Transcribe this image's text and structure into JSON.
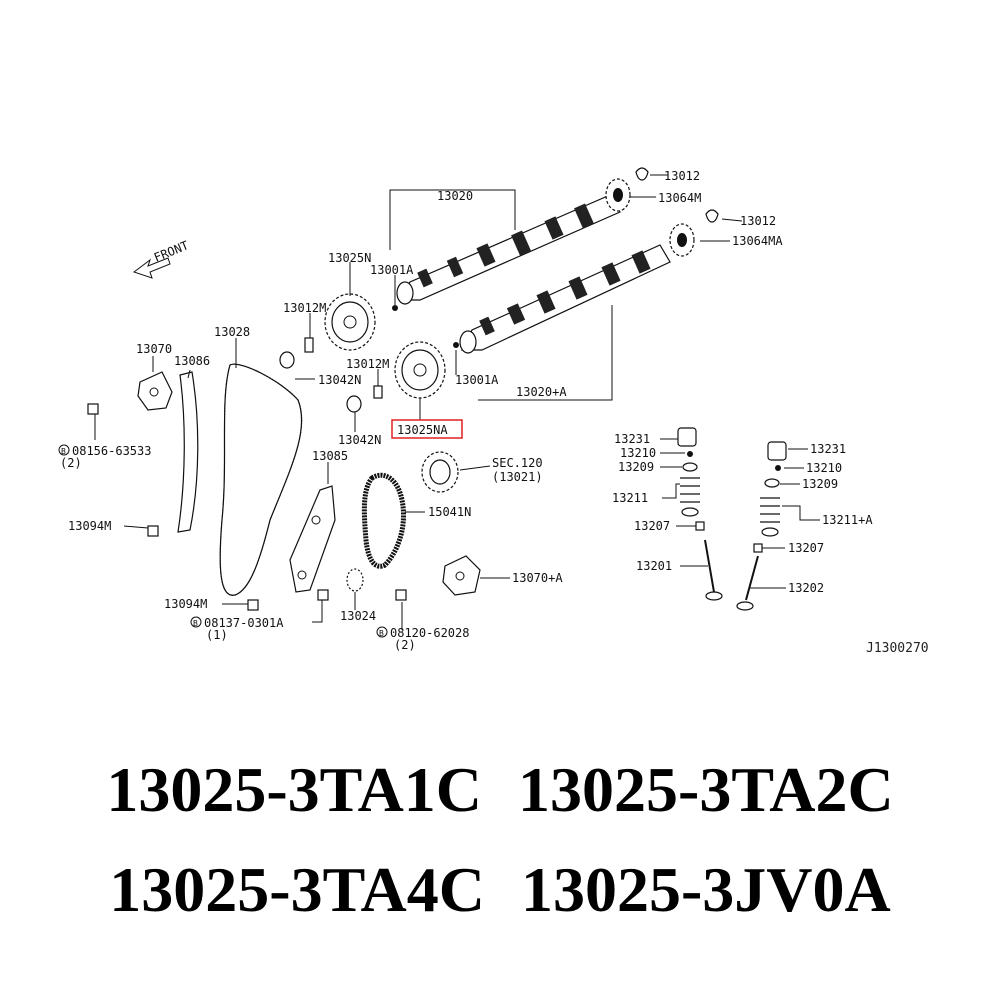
{
  "diagram": {
    "front": "FRONT",
    "code": "J1300270",
    "labels": {
      "p13020": "13020",
      "p13012_a": "13012",
      "p13064M": "13064M",
      "p13012_b": "13012",
      "p13064MA": "13064MA",
      "p13025N": "13025N",
      "p13001A_a": "13001A",
      "p13012M_a": "13012M",
      "p13028": "13028",
      "p13042N_a": "13042N",
      "p13070": "13070",
      "p13086": "13086",
      "p13012M_b": "13012M",
      "p13001A_b": "13001A",
      "p13020A": "13020+A",
      "p08156": "08156-63533",
      "p08156q": "(2)",
      "p13042N_b": "13042N",
      "p13025NA": "13025NA",
      "p13085": "13085",
      "sec120": "SEC.120",
      "sec120sub": "(13021)",
      "p13094M_a": "13094M",
      "p15041N": "15041N",
      "p13070A": "13070+A",
      "p13094M_b": "13094M",
      "p13024": "13024",
      "p08137": "08137-0301A",
      "p08137q": "(1)",
      "p08120": "08120-62028",
      "p08120q": "(2)",
      "p13231_a": "13231",
      "p13210_a": "13210",
      "p13209_a": "13209",
      "p13211": "13211",
      "p13207_a": "13207",
      "p13201": "13201",
      "p13231_b": "13231",
      "p13210_b": "13210",
      "p13209_b": "13209",
      "p13211A": "13211+A",
      "p13207_b": "13207",
      "p13202": "13202"
    },
    "highlight_color": "#e02020"
  },
  "part_numbers": {
    "row1": [
      "13025-3TA1C",
      "13025-3TA2C"
    ],
    "row2": [
      "13025-3TA4C",
      "13025-3JV0A"
    ]
  }
}
